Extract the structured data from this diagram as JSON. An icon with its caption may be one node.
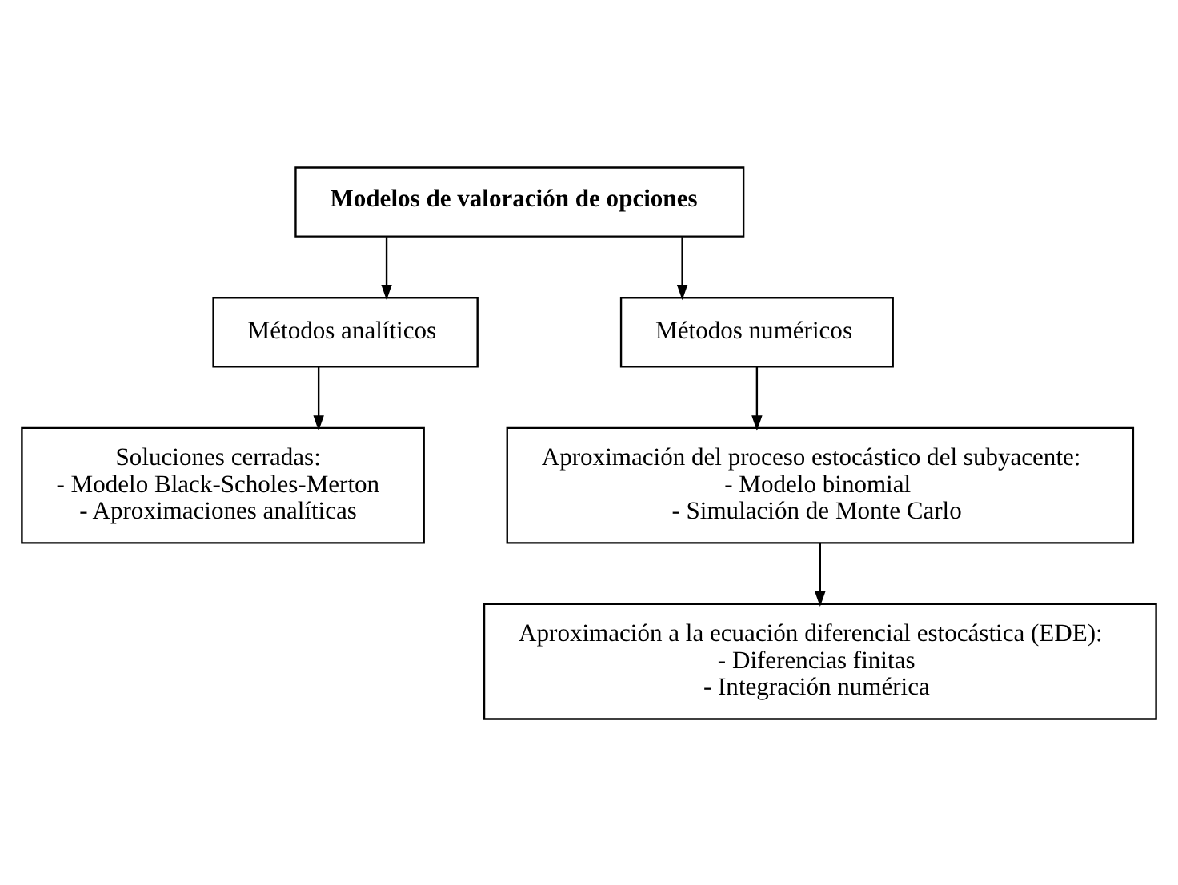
{
  "diagram": {
    "nodes": [
      {
        "text": [
          "Modelos de valoración de opciones"
        ]
      },
      {
        "text": [
          "Métodos analíticos"
        ]
      },
      {
        "text": [
          "Métodos numéricos"
        ]
      },
      {
        "text": [
          "Soluciones cerradas:",
          "- Modelo Black-Scholes-Merton",
          "- Aproximaciones analíticas"
        ]
      },
      {
        "text": [
          "Aproximación del proceso estocástico del subyacente:",
          "- Modelo binomial",
          "- Simulación de Monte Carlo"
        ]
      },
      {
        "text": [
          "Aproximación a la ecuación diferencial estocástica (EDE):",
          "- Diferencias finitas",
          "- Integración numérica"
        ]
      }
    ],
    "edges": [
      {
        "from": 0,
        "to": 1,
        "arrow": "to"
      },
      {
        "from": 0,
        "to": 2,
        "arrow": "to"
      },
      {
        "from": 1,
        "to": 3,
        "arrow": "to"
      },
      {
        "from": 2,
        "to": 4,
        "arrow": "to"
      },
      {
        "from": 4,
        "to": 5,
        "arrow": "to"
      }
    ]
  }
}
